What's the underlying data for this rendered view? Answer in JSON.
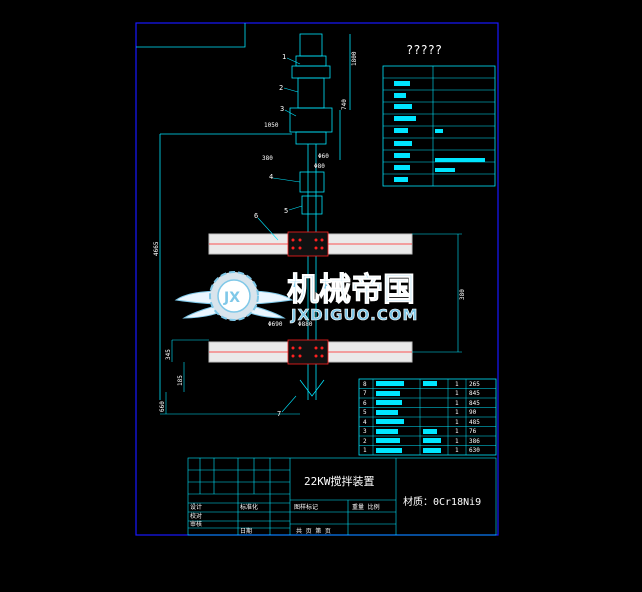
{
  "colors": {
    "background": "#000000",
    "frame": "#1818ff",
    "line": "#00e6ff",
    "white": "#ffffff",
    "red": "#ff2020",
    "green": "#20d040",
    "magenta": "#e040e0",
    "grey": "#c0c0c0",
    "logo_text": "#7fc8e8"
  },
  "drawing": {
    "title": "22KW搅拌装置",
    "material": "材质：0Cr18Ni9",
    "table_title": "?????",
    "callouts": [
      "1",
      "2",
      "3",
      "4",
      "5",
      "6",
      "7"
    ],
    "dimensions": {
      "total_height": "4665",
      "lower": "380",
      "d1": "345",
      "d2": "185",
      "d3": "660",
      "d4": "1050",
      "d5": "740",
      "d6": "1800",
      "d7": "380",
      "shaft1": "Φ60",
      "shaft2": "Φ80",
      "blade1": "Φ690",
      "blade2": "Φ880"
    }
  },
  "bom": {
    "rows": [
      {
        "no": "8",
        "code": "",
        "qty": "1",
        "val": "265"
      },
      {
        "no": "7",
        "code": "",
        "qty": "1",
        "val": "845"
      },
      {
        "no": "6",
        "code": "",
        "qty": "1",
        "val": "845"
      },
      {
        "no": "5",
        "code": "",
        "qty": "1",
        "val": "90"
      },
      {
        "no": "4",
        "code": "",
        "qty": "1",
        "val": "485"
      },
      {
        "no": "3",
        "code": "",
        "qty": "1",
        "val": "76"
      },
      {
        "no": "2",
        "code": "",
        "qty": "1",
        "val": "386"
      },
      {
        "no": "1",
        "code": "",
        "qty": "1",
        "val": "630"
      }
    ]
  },
  "title_block": {
    "labels": [
      "设计",
      "校对",
      "审核",
      "标准化",
      "日期"
    ],
    "sheet": "共   页   第   页",
    "scale": "重量  比例",
    "mark": "图样标记"
  },
  "watermark": {
    "name": "机械帝国",
    "url": "JXDIGUO.COM"
  }
}
